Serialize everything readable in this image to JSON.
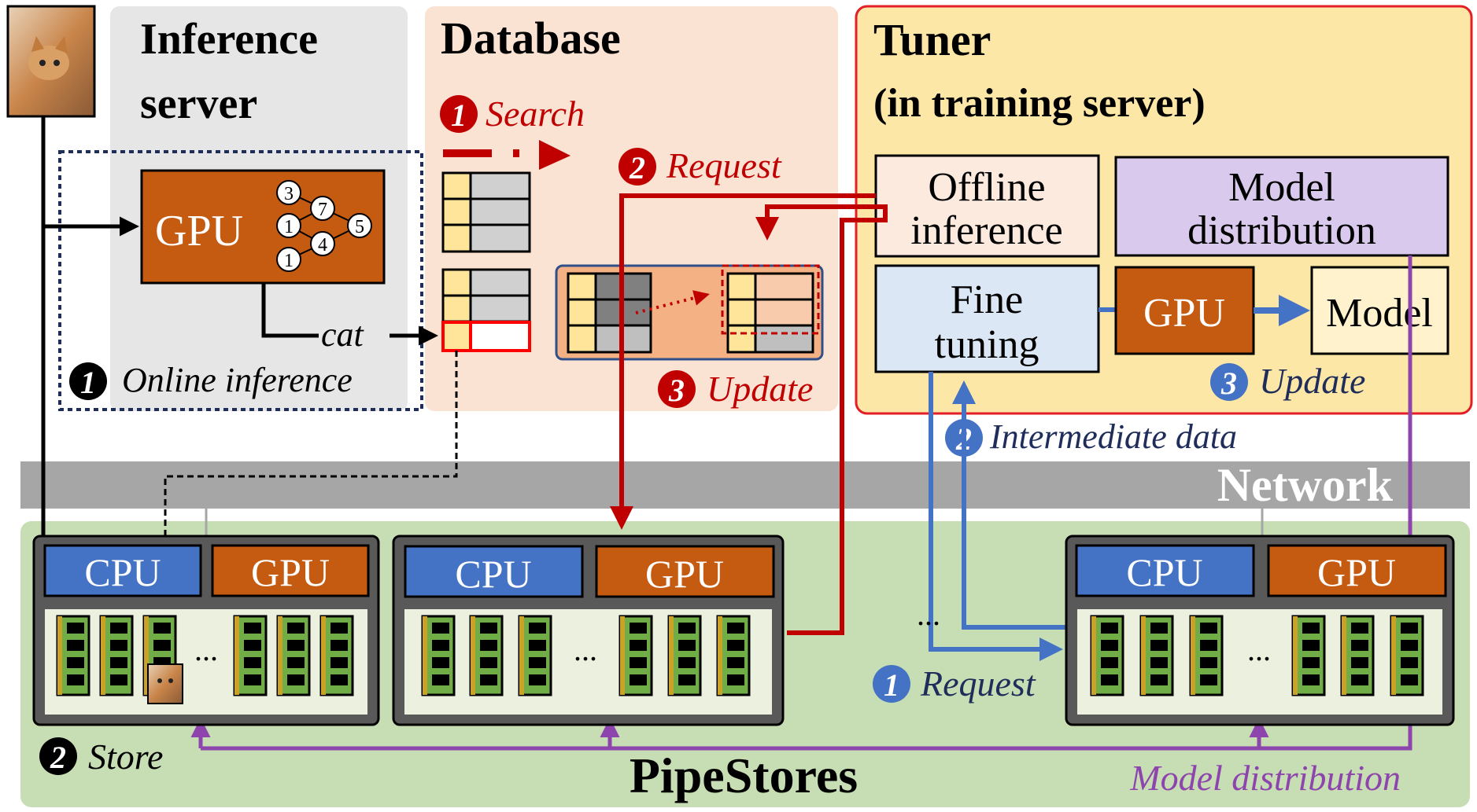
{
  "colors": {
    "inference_bg": "#e6e6e6",
    "database_bg": "#fbe3d3",
    "tuner_bg": "#fde7a6",
    "tuner_border": "#e41e26",
    "network": "#a6a6a6",
    "pipestores_bg": "#c7ddb4",
    "gpu_orange": "#c55a11",
    "cpu_blue": "#4472c4",
    "red_arrow": "#c00000",
    "blue_arrow": "#4472c4",
    "purple_arrow": "#8e44ad",
    "offline_bg": "#fdeadf",
    "model_dist_bg": "#d9c9ec",
    "fine_tuning_bg": "#dbe7f4",
    "model_bg": "#fff2cc",
    "ssd_green": "#70ad47",
    "table_yellow": "#ffe599",
    "table_gray": "#d0d0d0"
  },
  "inference": {
    "title_line1": "Inference",
    "title_line2": "server",
    "gpu_label": "GPU",
    "nn_nodes": [
      "3",
      "1",
      "1",
      "7",
      "4",
      "5"
    ],
    "output_label": "cat",
    "step_num": "1",
    "step_label": "Online inference"
  },
  "database": {
    "title": "Database",
    "search_num": "1",
    "search_label": "Search",
    "request_num": "2",
    "request_label": "Request",
    "update_num": "3",
    "update_label": "Update"
  },
  "tuner": {
    "title_line1": "Tuner",
    "title_line2": "(in training server)",
    "offline_line1": "Offline",
    "offline_line2": "inference",
    "model_dist_line1": "Model",
    "model_dist_line2": "distribution",
    "fine_line1": "Fine",
    "fine_line2": "tuning",
    "gpu_label": "GPU",
    "model_label": "Model",
    "update_num": "3",
    "update_label": "Update",
    "intermediate_num": "2",
    "intermediate_label": "Intermediate data"
  },
  "network": {
    "label": "Network"
  },
  "pipestores": {
    "title": "PipeStores",
    "cpu_label": "CPU",
    "gpu_label": "GPU",
    "ellipsis": "...",
    "vertical_ellipsis": "...",
    "store_num": "2",
    "store_label": "Store",
    "request_num": "1",
    "request_label": "Request",
    "model_distribution_label": "Model distribution"
  }
}
